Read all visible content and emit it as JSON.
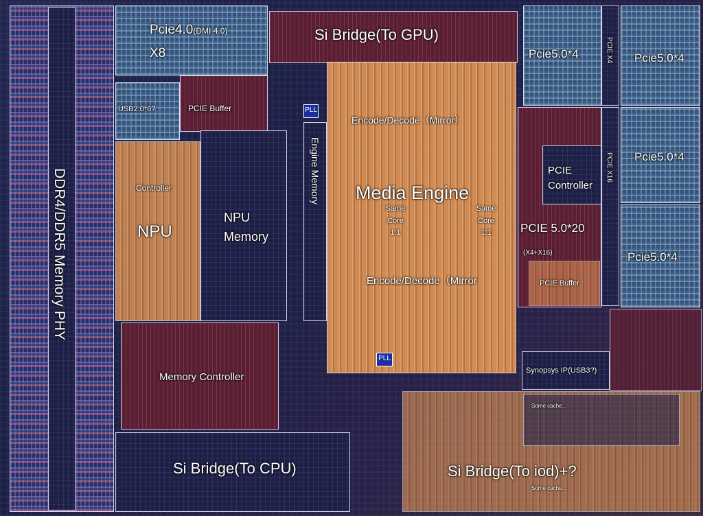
{
  "labels": {
    "pcie40": "Pcie4.0",
    "dmi40": "(DMI 4.0)",
    "x8": "X8",
    "si_bridge_gpu": "Si Bridge(To GPU)",
    "pcie50x4_top": "Pcie5.0*4",
    "pcie_x4": "PCIE X4",
    "pcie50x4_right_top": "Pcie5.0*4",
    "usb20": "USB2.0*6?",
    "pcie_buffer_top": "PCIE Buffer",
    "pll_top": "PLL",
    "encode_decode_top": "Encode/Decode（Mirror）",
    "engine_memory": "Engine Memory",
    "pcie_x16": "PCIE X16",
    "pcie50x4_right_mid": "Pcie5.0*4",
    "pcie_controller": "PCIE Controller",
    "controller": "Controller",
    "media_engine": "Media Engine",
    "same_core_left": "Same Core 1:1",
    "same_core_right": "Same Core 1:1",
    "npu": "NPU",
    "npu_memory": "NPU Memory",
    "ddr_phy": "DDR4/DDR5 Memory PHY",
    "pcie50x20": "PCIE 5.0*20",
    "x4_x16": "(X4+X16)",
    "pcie50x4_right_bot": "Pcie5.0*4",
    "pcie_buffer_right": "PCIE Buffer",
    "encode_decode_bottom": "Encode/Decode（Mirror",
    "pll_bottom": "PLL",
    "synopsys": "Synopsys IP(USB3?)",
    "memory_controller": "Memory  Controller",
    "some_cache_top": "Some cache...",
    "si_bridge_cpu": "Si Bridge(To CPU)",
    "si_bridge_iod": "Si Bridge(To iod)+?",
    "some_cache_bottom": "Some cache..."
  }
}
